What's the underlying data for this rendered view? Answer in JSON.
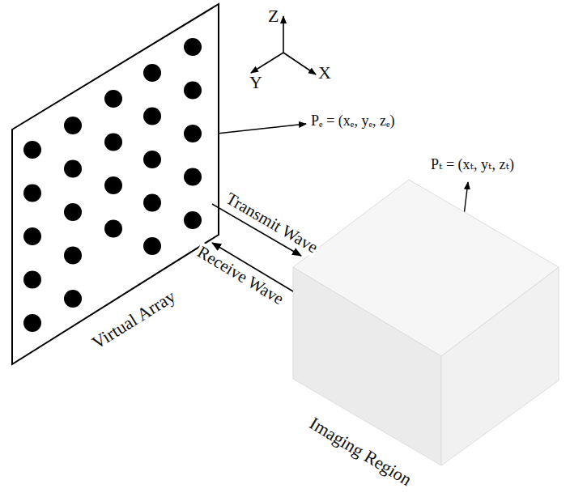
{
  "diagram": {
    "nodes": [
      {
        "text": [
          "Virtual Array"
        ]
      },
      {
        "text": [
          "Imaging Region"
        ]
      }
    ],
    "edges": [
      {
        "from": 0,
        "to": 1,
        "label": "Transmit Wave",
        "arrow": "to"
      },
      {
        "from": 1,
        "to": 0,
        "label": "Receive Wave",
        "arrow": "to"
      }
    ],
    "labels": [
      "Z",
      "Y",
      "X",
      "Pₑ = (xₑ, yₑ, zₑ)",
      "Pₜ = (xₜ, yₜ, zₜ)"
    ]
  }
}
